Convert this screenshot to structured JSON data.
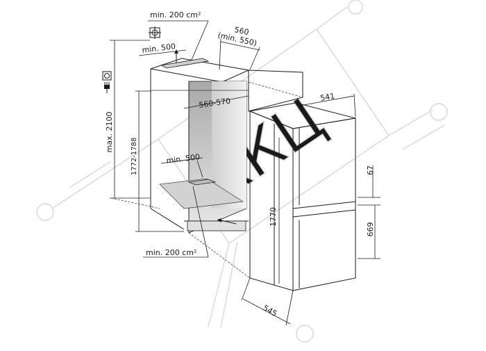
{
  "labels": {
    "vent_top_area": "min. 200 cm²",
    "vent_top_width": "min. 500",
    "depth_outer": "560",
    "depth_inner": "(min. 550)",
    "niche_width": "560-570",
    "niche_height": "1772-1788",
    "max_height": "max. 2100",
    "plinth_width": "min. 500",
    "vent_bottom_area": "min. 200 cm²",
    "door_width": "541",
    "upper_gap": "67",
    "lower_door": "669",
    "appliance_height": "1770",
    "appliance_depth": "545"
  },
  "watermark": "ККЦ",
  "colors": {
    "line": "#1a1a1a",
    "shade_dark": "#b5b5b5",
    "shade_light": "#e6e6e6",
    "watermark": "#d8d8d8"
  },
  "icons": [
    "ventilation-symbol-icon",
    "power-socket-icon",
    "power-plug-icon",
    "airflow-arrow-icon"
  ]
}
